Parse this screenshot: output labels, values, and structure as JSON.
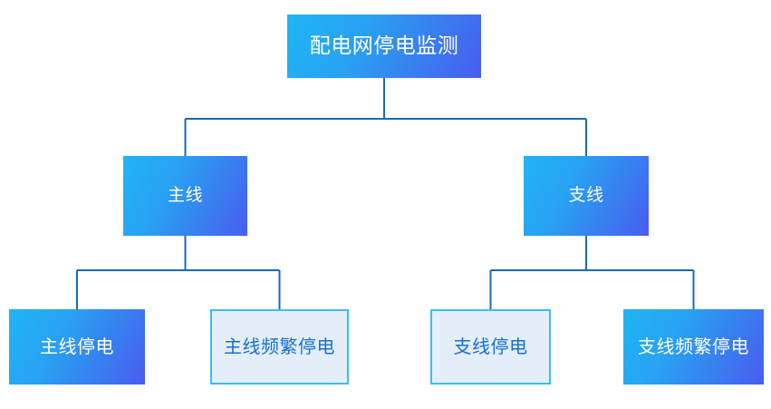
{
  "diagram": {
    "type": "tree",
    "orientation": "top-down",
    "background_color": "#ffffff",
    "connector_color": "#1a6ab5",
    "styles": {
      "filled": {
        "gradient_from": "#1fb6f5",
        "gradient_to": "#4a5cf0",
        "text_color": "#ffffff"
      },
      "outlined": {
        "fill": "#e3eefa",
        "border_color": "#3cbcf4",
        "text_color": "#1570d4"
      }
    },
    "nodes": {
      "root": {
        "label": "配电网停电监测",
        "style": "filled",
        "level": 0
      },
      "main_line": {
        "label": "主线",
        "style": "filled",
        "level": 1
      },
      "branch_line": {
        "label": "支线",
        "style": "filled",
        "level": 1
      },
      "main_outage": {
        "label": "主线停电",
        "style": "filled",
        "level": 2
      },
      "main_frequent_outage": {
        "label": "主线频繁停电",
        "style": "outlined",
        "level": 2
      },
      "branch_outage": {
        "label": "支线停电",
        "style": "outlined",
        "level": 2
      },
      "branch_frequent_outage": {
        "label": "支线频繁停电",
        "style": "filled",
        "level": 2
      }
    },
    "edges": [
      {
        "from": "root",
        "to": "main_line"
      },
      {
        "from": "root",
        "to": "branch_line"
      },
      {
        "from": "main_line",
        "to": "main_outage"
      },
      {
        "from": "main_line",
        "to": "main_frequent_outage"
      },
      {
        "from": "branch_line",
        "to": "branch_outage"
      },
      {
        "from": "branch_line",
        "to": "branch_frequent_outage"
      }
    ]
  }
}
